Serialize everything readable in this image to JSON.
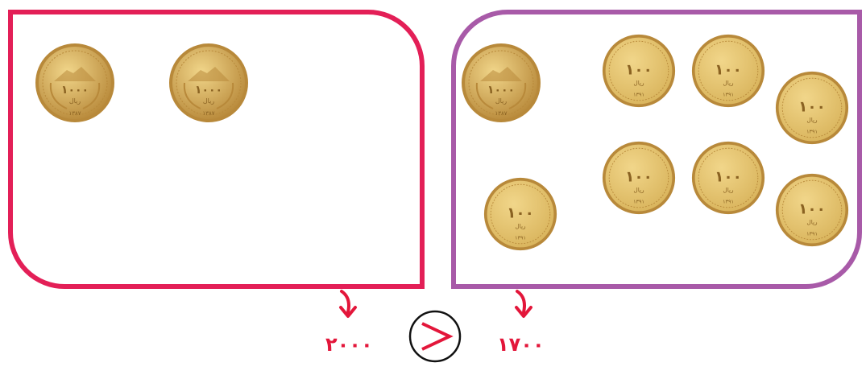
{
  "left_group": {
    "border_color": "#e31f57",
    "coins": [
      {
        "value": "۱۰۰۰",
        "unit": "ریال",
        "year": "۱۳۸۷",
        "icon": "coin-1000-rial-icon"
      },
      {
        "value": "۱۰۰۰",
        "unit": "ریال",
        "year": "۱۳۸۷",
        "icon": "coin-1000-rial-icon"
      }
    ],
    "total": "۲۰۰۰"
  },
  "right_group": {
    "border_color": "#a85aa8",
    "coins": [
      {
        "value": "۱۰۰۰",
        "unit": "ریال",
        "year": "۱۳۸۷",
        "icon": "coin-1000-rial-icon"
      },
      {
        "value": "۱۰۰",
        "unit": "ریال",
        "year": "۱۳۹۱",
        "icon": "coin-100-rial-icon"
      },
      {
        "value": "۱۰۰",
        "unit": "ریال",
        "year": "۱۳۹۱",
        "icon": "coin-100-rial-icon"
      },
      {
        "value": "۱۰۰",
        "unit": "ریال",
        "year": "۱۳۹۱",
        "icon": "coin-100-rial-icon"
      },
      {
        "value": "۱۰۰",
        "unit": "ریال",
        "year": "۱۳۹۱",
        "icon": "coin-100-rial-icon"
      },
      {
        "value": "۱۰۰",
        "unit": "ریال",
        "year": "۱۳۹۱",
        "icon": "coin-100-rial-icon"
      },
      {
        "value": "۱۰۰",
        "unit": "ریال",
        "year": "۱۳۹۱",
        "icon": "coin-100-rial-icon"
      },
      {
        "value": "۱۰۰",
        "unit": "ریال",
        "year": "۱۳۹۱",
        "icon": "coin-100-rial-icon"
      }
    ],
    "total": "۱۷۰۰"
  },
  "comparison": {
    "symbol": ">",
    "icon": "greater-than-icon",
    "color": "#e3163a"
  },
  "arrow_icon": "down-arrow-icon",
  "coin_colors": {
    "face": "#d9b45c",
    "rim": "#b8893a",
    "highlight": "#f1d68a"
  }
}
